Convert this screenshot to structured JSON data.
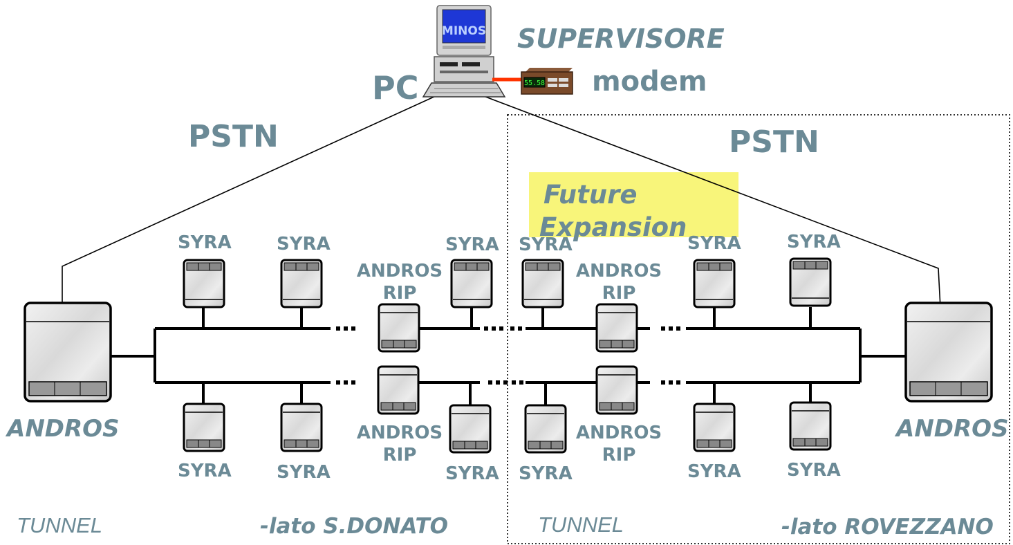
{
  "title": "SUPERVISORE",
  "pc_label": "PC",
  "modem_label": "modem",
  "monitor_brand": "MINOS",
  "modem_display": "55.58",
  "pstn_left": "PSTN",
  "pstn_right": "PSTN",
  "future": {
    "line1": "Future",
    "line2": "Expansion"
  },
  "syra": "SYRA",
  "andros": "ANDROS",
  "rip": "RIP",
  "andros_main": "ANDROS",
  "tunnel": "TUNNEL",
  "side_left": "-lato S.DONATO",
  "side_right": "-lato ROVEZZANO",
  "colors": {
    "label": "#6b8a96",
    "highlight": "#f8f57a",
    "link": "#ff3300",
    "screen": "#1e37d6"
  }
}
